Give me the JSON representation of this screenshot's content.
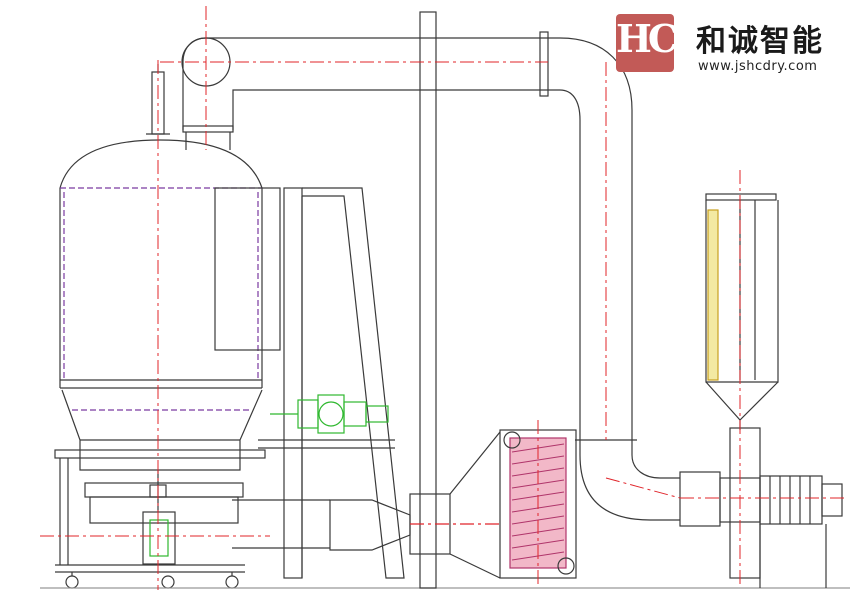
{
  "brand": {
    "logo_text": "HC",
    "name": "和诚智能",
    "url": "www.jshcdry.com"
  },
  "colors": {
    "outline": "#3a3a3a",
    "centerline": "#e0242a",
    "hidden_line": "#7a3aa0",
    "motor": "#2fb82f",
    "heater_fill": "#f2b8c8",
    "filter_fill": "#f3e9a2",
    "logo": "#c25a57"
  },
  "icons": [
    "fluid-bed-dryer-icon",
    "ducting-icon",
    "cyclone-separator-icon",
    "heat-exchanger-icon",
    "fan-motor-icon",
    "gear-motor-icon"
  ]
}
